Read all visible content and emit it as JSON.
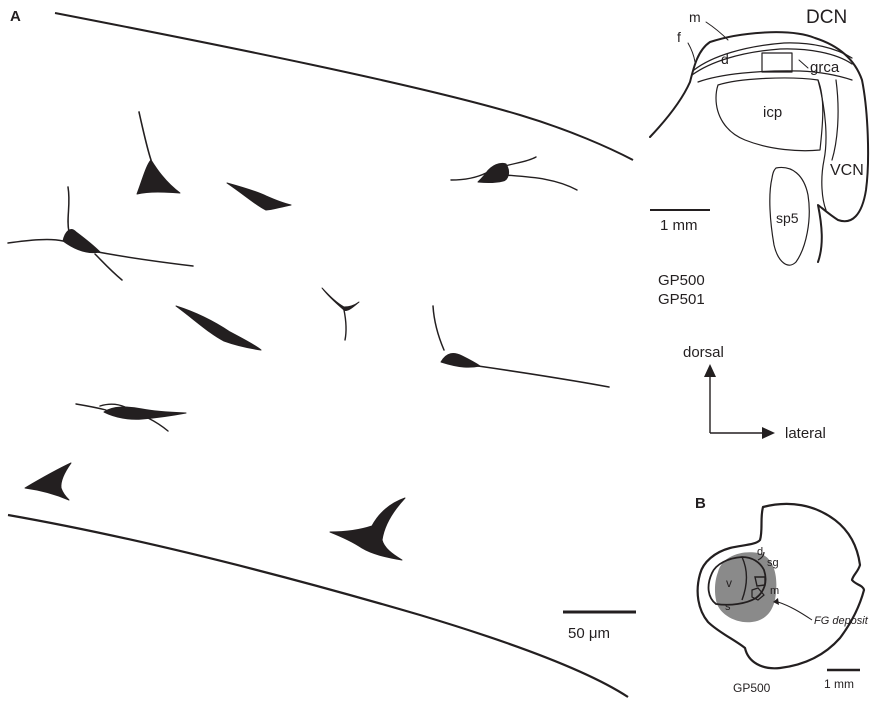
{
  "panels": {
    "a": "A",
    "b": "B"
  },
  "section_map": {
    "dcn": "DCN",
    "m": "m",
    "f": "f",
    "d": "d",
    "grca": "grca",
    "icp": "icp",
    "vcn": "VCN",
    "sp5": "sp5",
    "scale": "1 mm"
  },
  "cases": [
    "GP500",
    "GP501"
  ],
  "orientation": {
    "dorsal": "dorsal",
    "lateral": "lateral"
  },
  "neurons_scale": "50 μm",
  "panel_b": {
    "d": "d",
    "sg": "sg",
    "v": "v",
    "m": "m",
    "s": "s",
    "deposit": "FG deposit",
    "scale": "1 mm",
    "case": "GP500"
  },
  "colors": {
    "ink": "#231f20",
    "deposit": "#8a8a8a",
    "background": "#ffffff"
  }
}
